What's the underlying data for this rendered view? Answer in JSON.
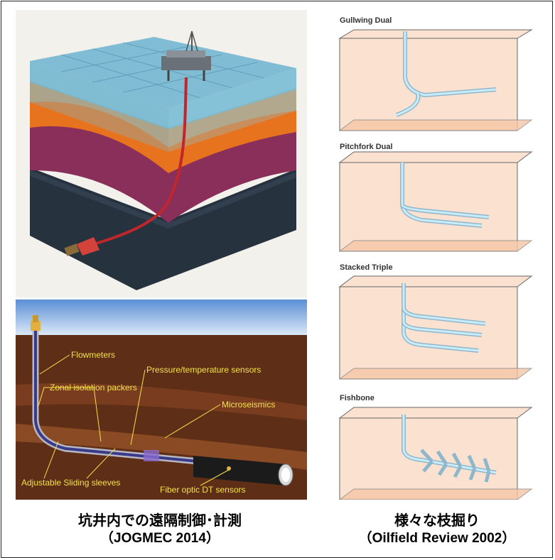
{
  "left_caption": {
    "line1": "坑井内での遠隔制御･計測",
    "line2": "（JOGMEC 2014）"
  },
  "right_caption": {
    "line1": "様々な枝掘り",
    "line2": "（Oilfield Review 2002）"
  },
  "completion_labels": {
    "flowmeters": "Flowmeters",
    "pressure": "Pressure/temperature sensors",
    "packers": "Zonal isolation packers",
    "microseismics": "Microseismics",
    "sleeves": "Adjustable Sliding sleeves",
    "fiber": "Fiber optic DT sensors"
  },
  "wells": [
    {
      "label": "Gullwing Dual"
    },
    {
      "label": "Pitchfork Dual"
    },
    {
      "label": "Stacked Triple"
    },
    {
      "label": "Fishbone"
    }
  ],
  "colors": {
    "sea": "#6cb8d8",
    "sand": "#c59a6a",
    "orange": "#e8731f",
    "magenta": "#8a2f5a",
    "bedrock": "#27323f",
    "box_fill": "#fbe1cf",
    "box_floor": "#f6c6a6",
    "pipe": "#a9d8ee",
    "label_yellow": "#f2e24a"
  }
}
